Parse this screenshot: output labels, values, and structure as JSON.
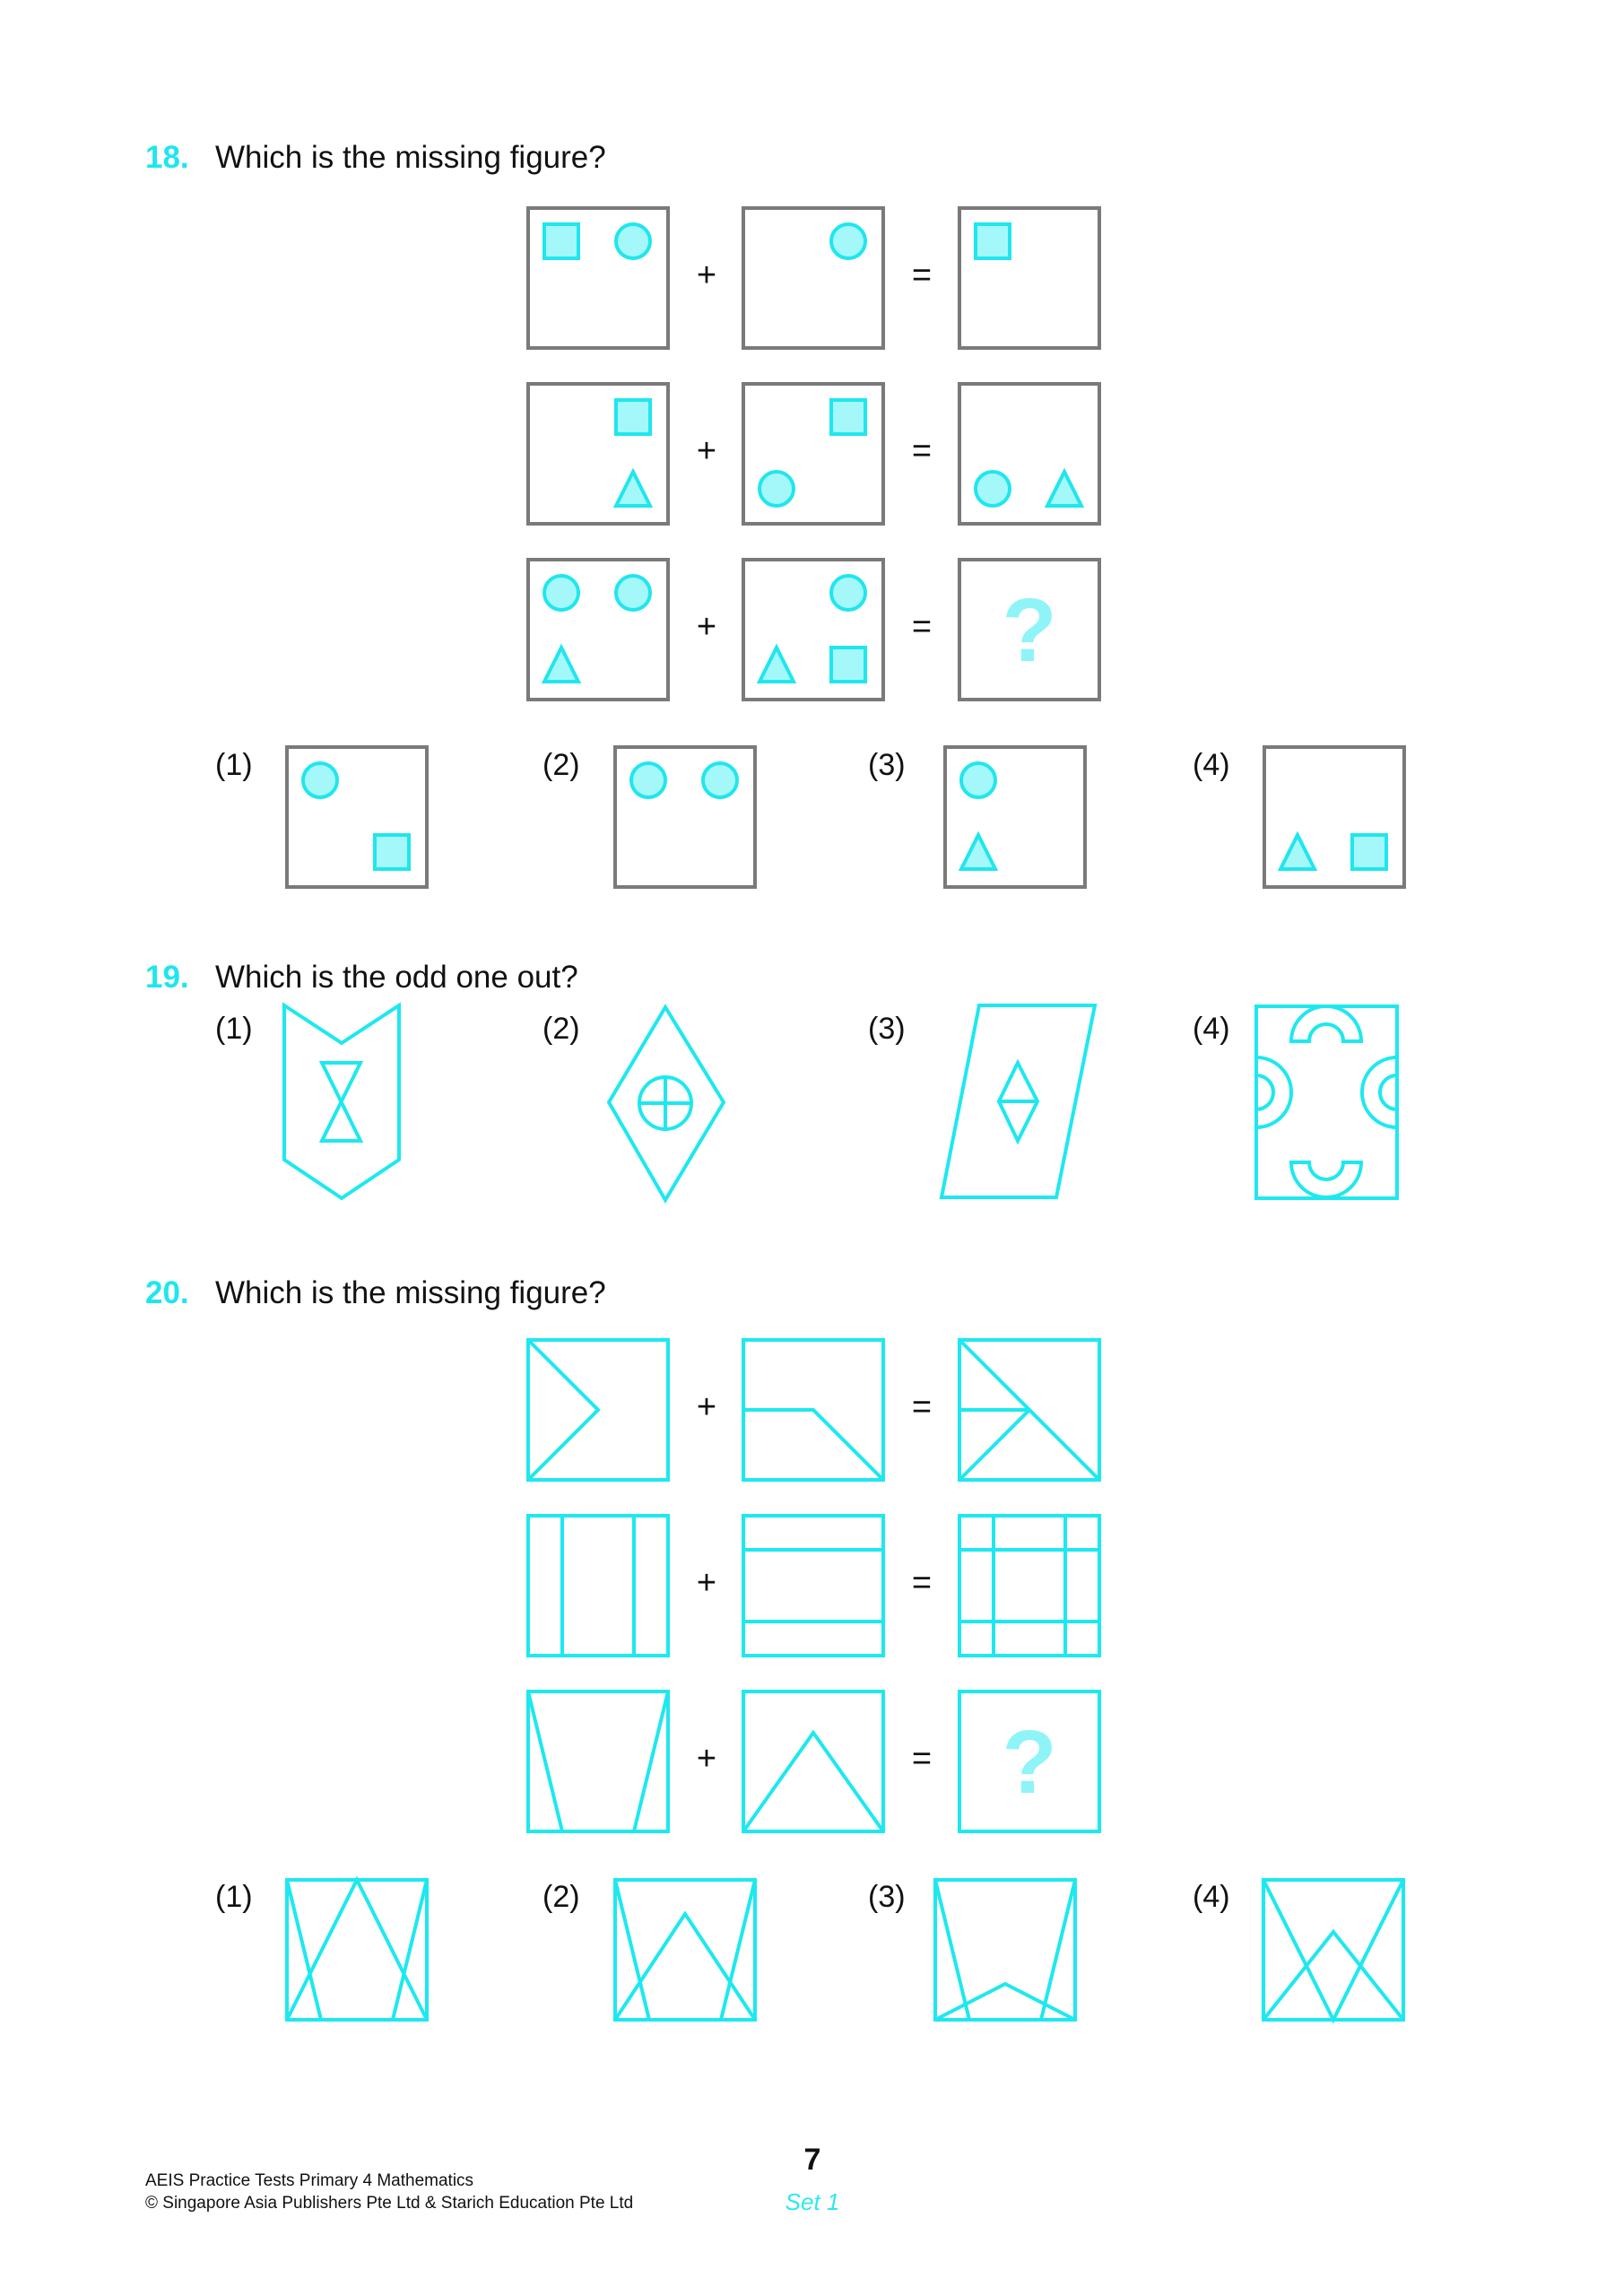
{
  "questions": [
    {
      "number": "18.",
      "text": "Which is the missing figure?",
      "puzzle": {
        "rows": [
          {
            "a": [
              "square@tl",
              "circle@tr"
            ],
            "b": [
              "circle@tr"
            ],
            "result": [
              "square@tl"
            ]
          },
          {
            "a": [
              "square@tr",
              "triangle@br"
            ],
            "b": [
              "square@tr",
              "circle@bl"
            ],
            "result": [
              "circle@bl",
              "triangle@br"
            ]
          },
          {
            "a": [
              "circle@tl",
              "circle@tr",
              "triangle@bl"
            ],
            "b": [
              "circle@tr",
              "triangle@bl",
              "square@br"
            ],
            "result": "?"
          }
        ],
        "plus": "+",
        "equals": "=",
        "missing": "?"
      },
      "options": [
        {
          "label": "(1)",
          "shapes": [
            "circle@tl",
            "square@br"
          ]
        },
        {
          "label": "(2)",
          "shapes": [
            "circle@tl",
            "circle@tr"
          ]
        },
        {
          "label": "(3)",
          "shapes": [
            "circle@tl",
            "triangle@bl"
          ]
        },
        {
          "label": "(4)",
          "shapes": [
            "triangle@bl",
            "square@br"
          ]
        }
      ]
    },
    {
      "number": "19.",
      "text": "Which is the odd one out?",
      "options": [
        {
          "label": "(1)",
          "figure": "chevron-shield-with-hourglass"
        },
        {
          "label": "(2)",
          "figure": "rhombus-with-quartered-circle"
        },
        {
          "label": "(3)",
          "figure": "parallelogram-with-split-diamond"
        },
        {
          "label": "(4)",
          "figure": "rectangle-with-four-half-rings"
        }
      ]
    },
    {
      "number": "20.",
      "text": "Which is the missing figure?",
      "puzzle": {
        "rows": [
          {
            "a": "arrowhead-lines",
            "b": "bent-line",
            "result": "combined-diagonals"
          },
          {
            "a": "two-vertical-lines",
            "b": "two-horizontal-lines",
            "result": "grid-3x3"
          },
          {
            "a": "trapezoid-lines",
            "b": "triangle",
            "result": "?"
          }
        ],
        "plus": "+",
        "equals": "=",
        "missing": "?"
      },
      "options": [
        {
          "label": "(1)",
          "figure": "trapezoid-lines + tall triangle"
        },
        {
          "label": "(2)",
          "figure": "trapezoid-lines + triangle"
        },
        {
          "label": "(3)",
          "figure": "trapezoid-lines + flat triangle"
        },
        {
          "label": "(4)",
          "figure": "x-lines + triangle"
        }
      ]
    }
  ],
  "footer": {
    "line1": "AEIS Practice Tests Primary 4 Mathematics",
    "line2": "© Singapore Asia Publishers Pte Ltd & Starich Education Pte Ltd",
    "page_number": "7",
    "set_label": "Set 1"
  },
  "colors": {
    "accent": "#1ee8ef",
    "shape_fill": "#a4f8fa",
    "box_border": "#7a7a7a",
    "question_mark": "#8ef4f8"
  }
}
